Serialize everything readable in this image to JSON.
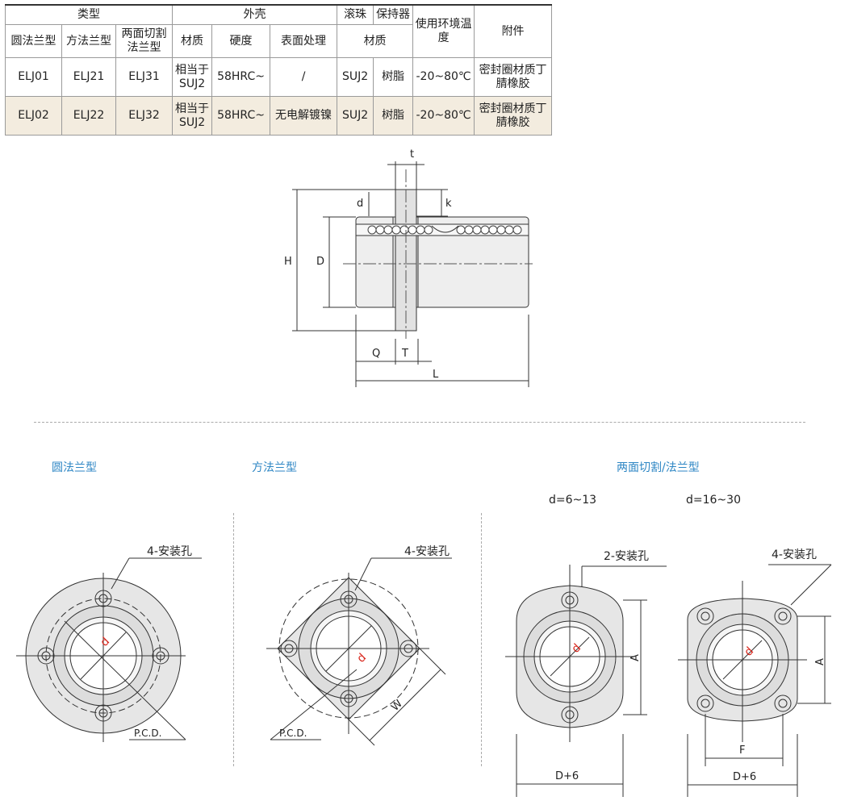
{
  "table": {
    "group_headers": {
      "type": "类型",
      "housing": "外壳",
      "ball": "滚珠",
      "retainer": "保持器",
      "temp": "使用环境温度",
      "accessory": "附件"
    },
    "sub_headers": {
      "round": "圆法兰型",
      "square": "方法兰型",
      "cut": "两面切割法兰型",
      "material": "材质",
      "hardness": "硬度",
      "surface": "表面处理",
      "ball_material": "材质"
    },
    "rows": [
      {
        "round": "ELJ01",
        "square": "ELJ21",
        "cut": "ELJ31",
        "material": "相当于SUJ2",
        "hardness": "58HRC~",
        "surface": "/",
        "ball": "SUJ2",
        "retainer": "树脂",
        "temp": "-20~80℃",
        "accessory": "密封圈材质丁腈橡胶"
      },
      {
        "round": "ELJ02",
        "square": "ELJ22",
        "cut": "ELJ32",
        "material": "相当于SUJ2",
        "hardness": "58HRC~",
        "surface": "无电解镀镍",
        "ball": "SUJ2",
        "retainer": "树脂",
        "temp": "-20~80℃",
        "accessory": "密封圈材质丁腈橡胶"
      }
    ]
  },
  "side_view": {
    "t": "t",
    "d": "d",
    "k": "k",
    "H": "H",
    "D": "D",
    "Q": "Q",
    "T": "T",
    "L": "L"
  },
  "sections": {
    "round": "圆法兰型",
    "square": "方法兰型",
    "cut": "两面切割/法兰型"
  },
  "cut_variants": {
    "small": "d=6~13",
    "large": "d=16~30"
  },
  "callouts": {
    "hole4": "4-安装孔",
    "hole2": "2-安装孔",
    "pcd": "P.C.D.",
    "d_label": "d",
    "w": "W",
    "A": "A",
    "F": "F",
    "D6": "D+6"
  },
  "colors": {
    "accent": "#2d86c4",
    "dim_red": "#d9261c",
    "row_alt": "#f3ecdf"
  }
}
